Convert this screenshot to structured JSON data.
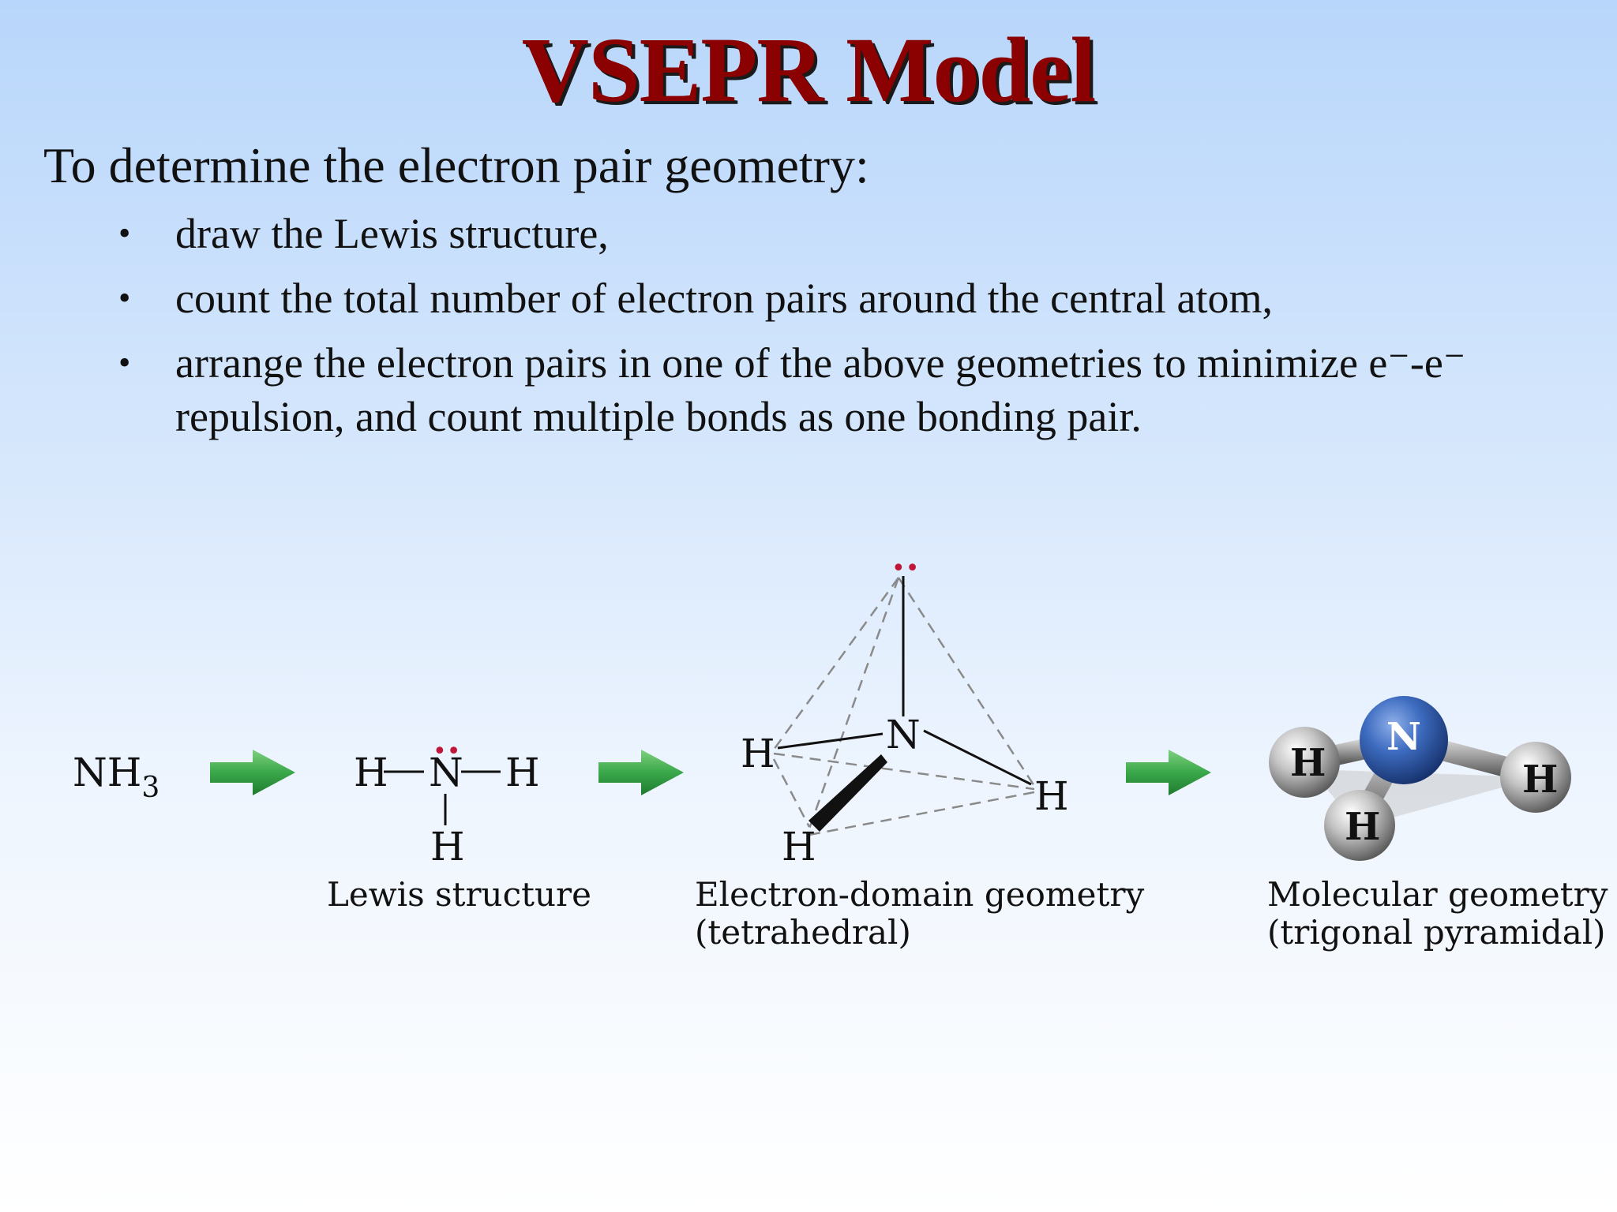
{
  "slide": {
    "title": "VSEPR Model",
    "intro": "To determine the electron pair geometry:",
    "bullets": [
      {
        "text": "draw the Lewis structure,"
      },
      {
        "text": "count the total number of electron pairs around the central atom,"
      },
      {
        "line1": "arrange the electron pairs in one of the above geometries to minimize e⁻-e⁻",
        "line2": "repulsion, and count multiple bonds as one bonding pair."
      }
    ],
    "bullet_symbol": "•"
  },
  "diagram": {
    "formula": {
      "main": "NH",
      "subscript": "3"
    },
    "lewis": {
      "left_h": "H",
      "right_h": "H",
      "center": "N",
      "bottom_h": "H",
      "lone_pair": "••",
      "caption": "Lewis structure"
    },
    "electron_domain": {
      "center": "N",
      "h1": "H",
      "h2": "H",
      "h3": "H",
      "caption_line1": "Electron-domain geometry",
      "caption_line2": "(tetrahedral)"
    },
    "molecular": {
      "center": "N",
      "h1": "H",
      "h2": "H",
      "h3": "H",
      "caption_line1": "Molecular geometry",
      "caption_line2": "(trigonal pyramidal)"
    },
    "colors": {
      "arrow": "#3aa84a",
      "lone_pair": "#c0163a",
      "nitrogen": "#2f5fb0",
      "hydrogen": "#9a9a9a",
      "title": "#8b0000"
    }
  }
}
